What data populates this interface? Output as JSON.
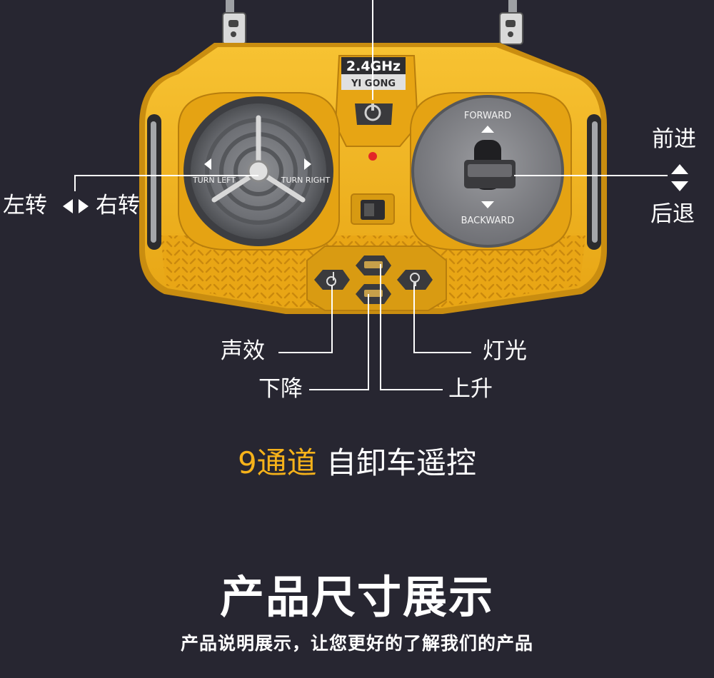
{
  "remote": {
    "badge_freq": "2.4GHz",
    "badge_brand": "YI GONG",
    "left_stick_left": "TURN LEFT",
    "left_stick_right": "TURN RIGHT",
    "right_stick_top": "FORWARD",
    "right_stick_bottom": "BACKWARD",
    "body_color": "#f2b21c",
    "body_dark_color": "#c98d10"
  },
  "callouts": {
    "left_turn": "左转",
    "right_turn": "右转",
    "forward": "前进",
    "backward": "后退",
    "sound": "声效",
    "light": "灯光",
    "lower": "下降",
    "raise": "上升"
  },
  "headline": {
    "accent": "9通道",
    "rest": "自卸车遥控",
    "accent_color": "#f6b21a"
  },
  "section": {
    "title": "产品尺寸展示",
    "subtitle": "产品说明展示，让您更好的了解我们的产品"
  }
}
